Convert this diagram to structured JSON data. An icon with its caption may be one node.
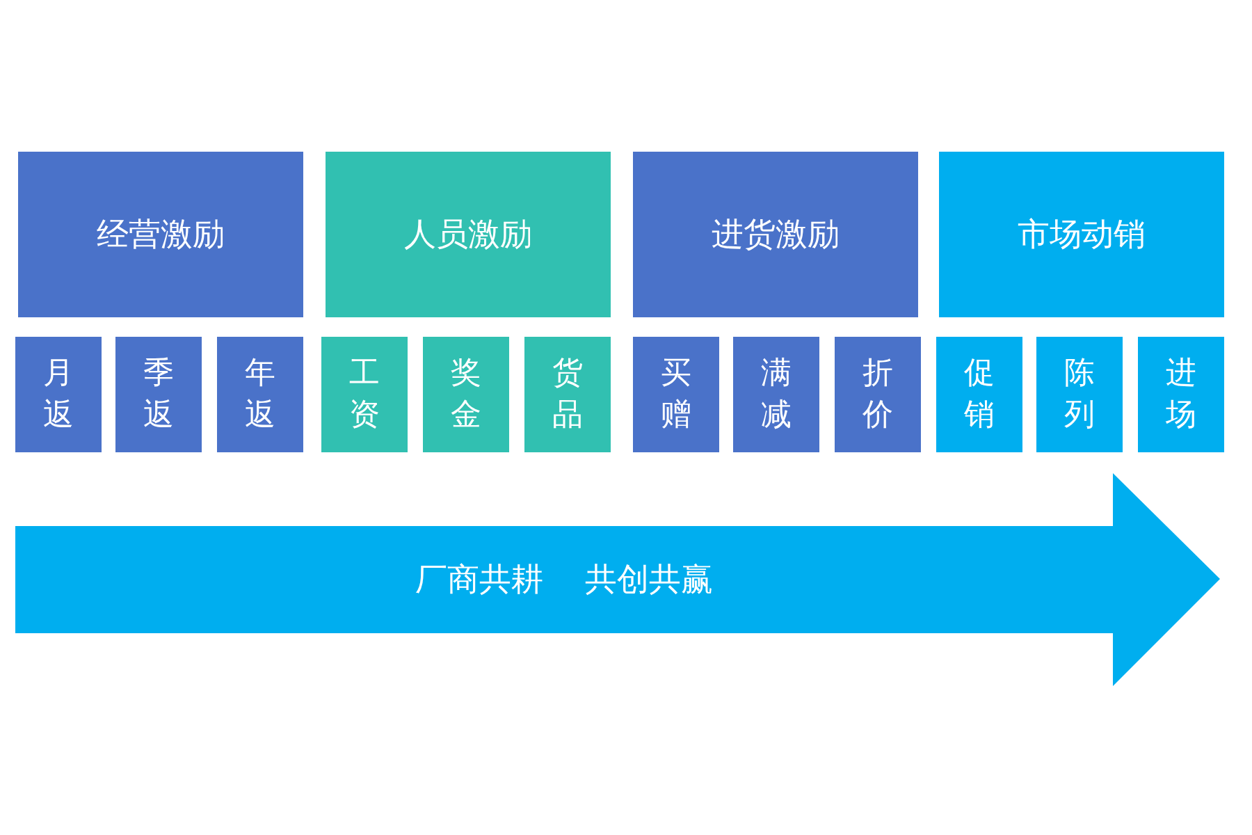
{
  "diagram": {
    "nodes": [
      {
        "text": [
          "经营激励"
        ]
      },
      {
        "text": [
          "人员激励"
        ]
      },
      {
        "text": [
          "进货激励"
        ]
      },
      {
        "text": [
          "市场动销"
        ]
      },
      {
        "text": [
          "月返"
        ]
      },
      {
        "text": [
          "季返"
        ]
      },
      {
        "text": [
          "年返"
        ]
      },
      {
        "text": [
          "工资"
        ]
      },
      {
        "text": [
          "奖金"
        ]
      },
      {
        "text": [
          "货品"
        ]
      },
      {
        "text": [
          "买赠"
        ]
      },
      {
        "text": [
          "满减"
        ]
      },
      {
        "text": [
          "折价"
        ]
      },
      {
        "text": [
          "促销"
        ]
      },
      {
        "text": [
          "陈列"
        ]
      },
      {
        "text": [
          "进场"
        ]
      },
      {
        "text": [
          "厂商共耕",
          "共创共赢"
        ]
      }
    ],
    "edges": []
  }
}
